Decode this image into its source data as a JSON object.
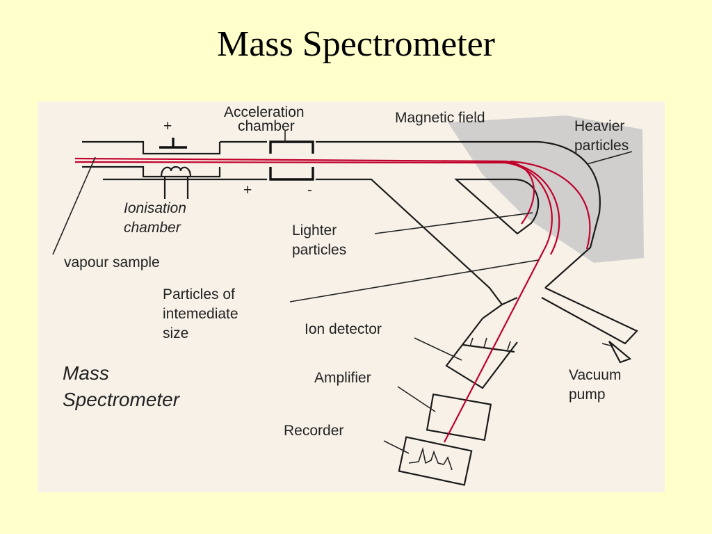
{
  "title": "Mass Spectrometer",
  "labels": {
    "acceleration_chamber_line1": "Acceleration",
    "acceleration_chamber_line2": "chamber",
    "magnetic_field": "Magnetic field",
    "heavier_particles_line1": "Heavier",
    "heavier_particles_line2": "particles",
    "ionisation_chamber_line1": "Ionisation",
    "ionisation_chamber_line2": "chamber",
    "lighter_particles_line1": "Lighter",
    "lighter_particles_line2": "particles",
    "vapour_sample": "vapour sample",
    "intermediate_line1": "Particles of",
    "intermediate_line2": "intemediate",
    "intermediate_line3": "size",
    "ion_detector": "Ion detector",
    "amplifier": "Amplifier",
    "recorder": "Recorder",
    "vacuum_pump_line1": "Vacuum",
    "vacuum_pump_line2": "pump",
    "caption_line1": "Mass",
    "caption_line2": "Spectrometer",
    "plus_top": "+",
    "plus_bottom": "+",
    "minus_bottom": "-"
  },
  "colors": {
    "slide_background": "#ffffcc",
    "panel_background": "#f7f1e8",
    "magnetic_field_region": "#c9c9c9",
    "ion_beam": "#c0002a"
  }
}
